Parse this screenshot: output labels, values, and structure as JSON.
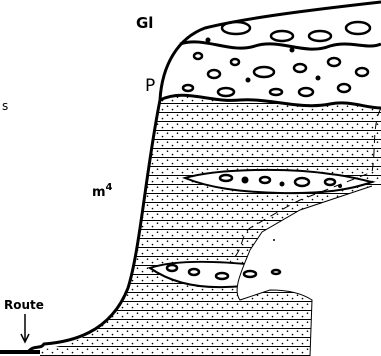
{
  "labels": {
    "glacial": "Gl",
    "p_marker": "P",
    "miocene": "m4",
    "miocene_base": "m",
    "miocene_sup": "4",
    "road": "Route",
    "left_mark": "s"
  },
  "colors": {
    "ink": "#000000",
    "paper": "#ffffff"
  }
}
